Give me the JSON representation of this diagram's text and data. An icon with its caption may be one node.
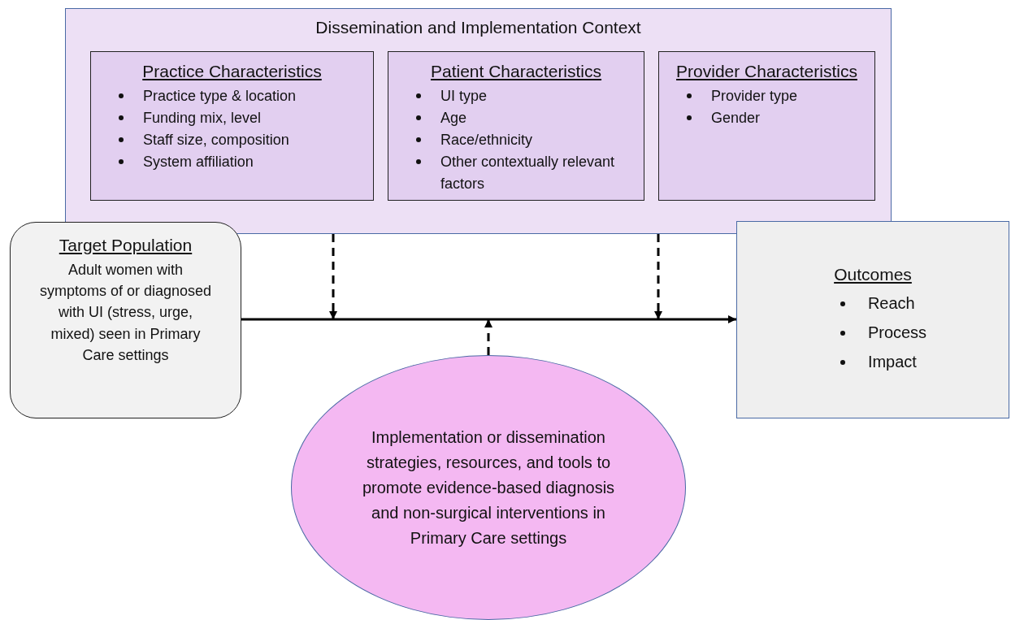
{
  "diagram": {
    "nodes": [
      {
        "text": [
          "Dissemination and Implementation Context"
        ]
      },
      {
        "text": [
          "Practice Characteristics",
          "Practice type & location",
          "Funding mix, level",
          "Staff size, composition",
          "System affiliation"
        ],
        "in": 0
      },
      {
        "text": [
          "Patient Characteristics",
          "UI type",
          "Age",
          "Race/ethnicity",
          "Other contextually relevant factors"
        ],
        "in": 0
      },
      {
        "text": [
          "Provider Characteristics",
          "Provider type",
          "Gender"
        ],
        "in": 0
      },
      {
        "text": [
          "Target Population",
          "Adult women with symptoms of or diagnosed with UI (stress, urge, mixed) seen in Primary Care settings"
        ]
      },
      {
        "text": [
          "Outcomes",
          "Reach",
          "Process",
          "Impact"
        ]
      },
      {
        "text": [
          "Implementation or dissemination strategies, resources, and tools to promote evidence-based diagnosis and non-surgical interventions in Primary Care settings"
        ]
      }
    ],
    "edges": [
      {
        "from": 4,
        "to": 5,
        "arrow": "to"
      },
      {
        "from": 0,
        "to": null,
        "arrow": "to",
        "style": "dashed"
      },
      {
        "from": 0,
        "to": null,
        "arrow": "to",
        "style": "dashed"
      },
      {
        "from": 6,
        "to": null,
        "arrow": "to",
        "style": "dashed"
      }
    ]
  }
}
